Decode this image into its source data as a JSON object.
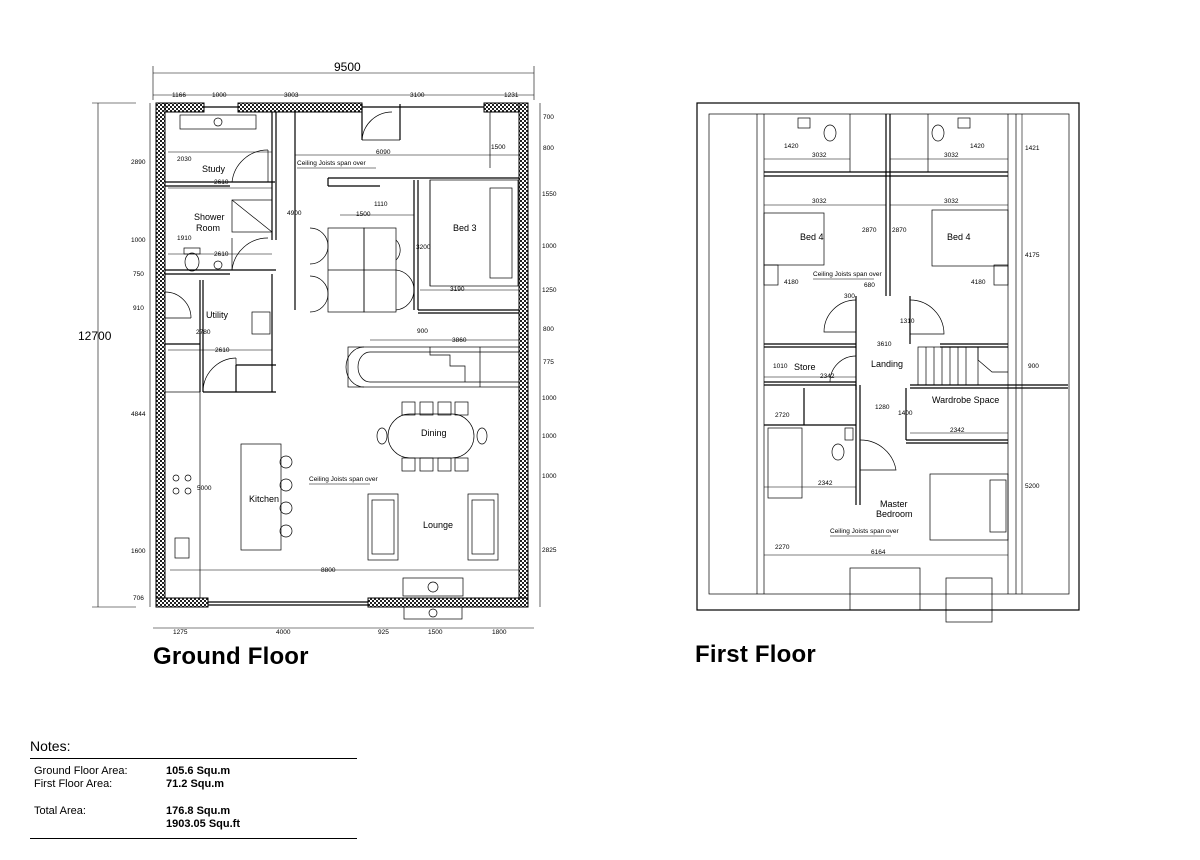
{
  "ground_floor": {
    "title": "Ground Floor",
    "overall_width": "9500",
    "overall_depth": "12700",
    "top_dims": [
      "1166",
      "1000",
      "3003",
      "3100",
      "1231"
    ],
    "bottom_dims": [
      "1275",
      "4000",
      "925",
      "1500",
      "1800"
    ],
    "left_dims": [
      "2890",
      "1000",
      "750",
      "910",
      "4844",
      "1600",
      "706"
    ],
    "right_dims": [
      "700",
      "800",
      "1550",
      "1000",
      "1250",
      "800",
      "775",
      "1000",
      "1000",
      "1000",
      "2825"
    ],
    "inner_dims": {
      "d2030": "2030",
      "d2610a": "2610",
      "d1910": "1910",
      "d2610b": "2610",
      "d2780": "2780",
      "d2610c": "2610",
      "d4900": "4900",
      "d6090": "6090",
      "d1500a": "1500",
      "d1110": "1110",
      "d1500b": "1500",
      "d3200": "3200",
      "d3190": "3190",
      "d900": "900",
      "d3860": "3860",
      "d5000": "5000",
      "d8800": "8800"
    },
    "rooms": {
      "study": "Study",
      "shower_room": "Shower\nRoom",
      "utility": "Utility",
      "bed3": "Bed 3",
      "dining": "Dining",
      "kitchen": "Kitchen",
      "lounge": "Lounge"
    },
    "notes_on_plan": [
      "Ceiling Joists span over",
      "Ceiling Joists span over"
    ]
  },
  "first_floor": {
    "title": "First Floor",
    "inner_dims": {
      "d1420a": "1420",
      "d3032a": "3032",
      "d3032b": "3032",
      "d1420b": "1420",
      "d1421": "1421",
      "d3032c": "3032",
      "d3032d": "3032",
      "d2870a": "2870",
      "d2870b": "2870",
      "d4180a": "4180",
      "d4180b": "4180",
      "d4175": "4175",
      "d300": "300",
      "d680": "680",
      "d1310": "1310",
      "d3610": "3610",
      "d1010": "1010",
      "d2342a": "2342",
      "d900": "900",
      "d1280": "1280",
      "d1400": "1400",
      "d2720": "2720",
      "d2342b": "2342",
      "d2342c": "2342",
      "d5200": "5200",
      "d2270": "2270",
      "d6164": "6164"
    },
    "rooms": {
      "bed4_left": "Bed 4",
      "bed4_right": "Bed 4",
      "store": "Store",
      "landing": "Landing",
      "wardrobe": "Wardrobe Space",
      "master_1": "Master",
      "master_2": "Bedroom"
    },
    "note_on_plan_1": "Ceiling Joists span over",
    "note_on_plan_2": "Ceiling Joists span over"
  },
  "notes": {
    "heading": "Notes:",
    "ground_label": "Ground Floor Area:",
    "ground_value": "105.6 Squ.m",
    "first_label": "First Floor Area:",
    "first_value": "71.2 Squ.m",
    "total_label": "Total Area:",
    "total_value_m": "176.8 Squ.m",
    "total_value_ft": "1903.05 Squ.ft"
  }
}
